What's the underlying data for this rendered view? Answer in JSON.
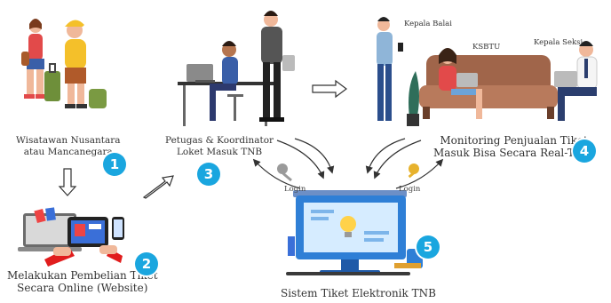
{
  "steps": [
    {
      "number": "1",
      "line1": "Wisatawan Nusantara",
      "line2": "atau Mancanegara"
    },
    {
      "number": "2",
      "line1": "Melakukan Pembelian Tiket",
      "line2": "Secara Online (Website)"
    },
    {
      "number": "3",
      "line1": "Petugas & Koordinator",
      "line2": "Loket Masuk TNB"
    },
    {
      "number": "4",
      "line1": "Monitoring Penjualan Tiket",
      "line2": "Masuk Bisa Secara Real-Time"
    },
    {
      "number": "5",
      "line1": "Sistem Tiket Elektronik TNB",
      "line2": ""
    }
  ],
  "tags": {
    "kepala_balai": "Kepala Balai",
    "ksbtu": "KSBTU",
    "kepala_seksi": "Kepala Seksi"
  },
  "login_left": "Login",
  "login_right": "Login",
  "colors": {
    "badge": "#1aa6df",
    "screen": "#2f7fd6",
    "sofa": "#a0654a",
    "key_gold": "#e7b22d"
  }
}
